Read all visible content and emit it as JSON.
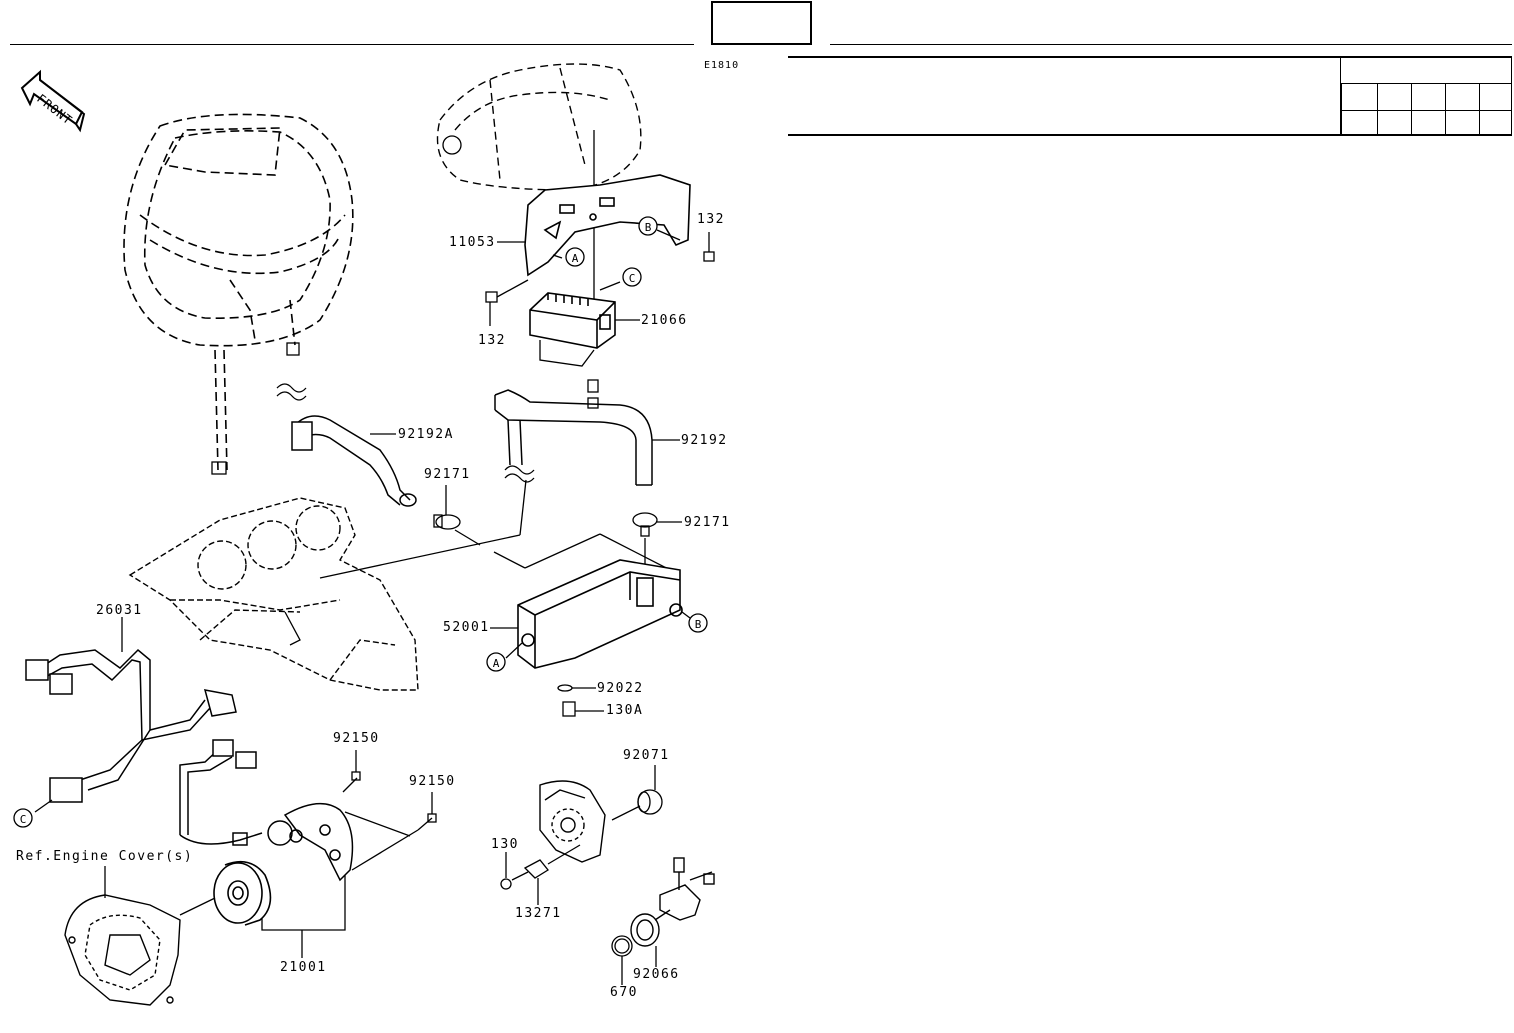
{
  "header": {
    "diagram_code": "E1810",
    "page_box_value": ""
  },
  "refs": {
    "front_arrow": "FRONT",
    "circle_a": "A",
    "circle_b": "B",
    "circle_c": "C"
  },
  "part_labels": {
    "p11053": "11053",
    "p132_top": "132",
    "p132_left": "132",
    "p21066": "21066",
    "p92192A": "92192A",
    "p92192": "92192",
    "p92171_left": "92171",
    "p92171_right": "92171",
    "p26031": "26031",
    "p52001": "52001",
    "p92022": "92022",
    "p130A": "130A",
    "p92150_a": "92150",
    "p92150_b": "92150",
    "p92071": "92071",
    "p130": "130",
    "p13271": "13271",
    "p21001": "21001",
    "p92066": "92066",
    "p670": "670",
    "ref_engine_cover": "Ref.Engine Cover(s)"
  }
}
